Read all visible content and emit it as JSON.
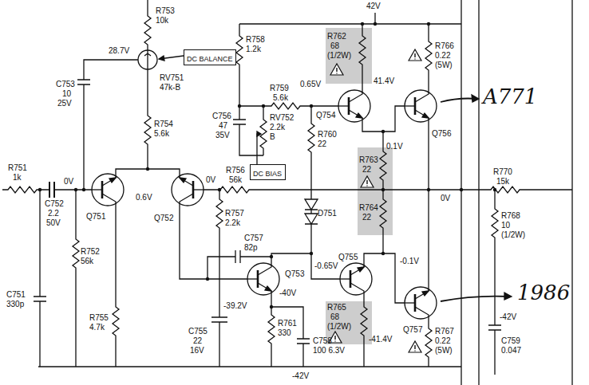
{
  "diagram": {
    "nodes": [
      {
        "text": [
          "DC BALANCE"
        ]
      },
      {
        "text": [
          "DC BIAS"
        ]
      }
    ],
    "labels": [
      "42V",
      "R753",
      "10k",
      "R758",
      "1.2k",
      "R762",
      "68",
      "(1/2W)",
      "R766",
      "0.22",
      "(5W)",
      "A771",
      "28.7V",
      "RV751",
      "47k-B",
      "C753",
      "10",
      "25V",
      "R759",
      "5.6k",
      "0.65V",
      "41.4V",
      "Q754",
      "Q756",
      "C756",
      "47",
      "35V",
      "RV752",
      "2.2k",
      "B",
      "R760",
      "22",
      "0.1V",
      "R763",
      "22",
      "R754",
      "5.6k",
      "R751",
      "1k",
      "0V",
      "0.6V",
      "0V",
      "R756",
      "56k",
      "R770",
      "15k",
      "C752",
      "2.2",
      "50V",
      "Q751",
      "Q752",
      "0V",
      "R764",
      "22",
      "D751",
      "R757",
      "2.2k",
      "R768",
      "10",
      "(1/2W)",
      "C757",
      "82p",
      "R752",
      "56k",
      "Q755",
      "-0.65V",
      "-0.1V",
      "Q753",
      "1986",
      "C751",
      "330p",
      "-39.2V",
      "-40V",
      "R765",
      "68",
      "(1/2W)",
      "R755",
      "4.7k",
      "R761",
      "330",
      "-41.4V",
      "Q757",
      "R767",
      "0.22",
      "(5W)",
      "-42V",
      "C755",
      "22",
      "16V",
      "C758",
      "100 6.3V",
      "C759",
      "0.047",
      "-42V"
    ]
  }
}
